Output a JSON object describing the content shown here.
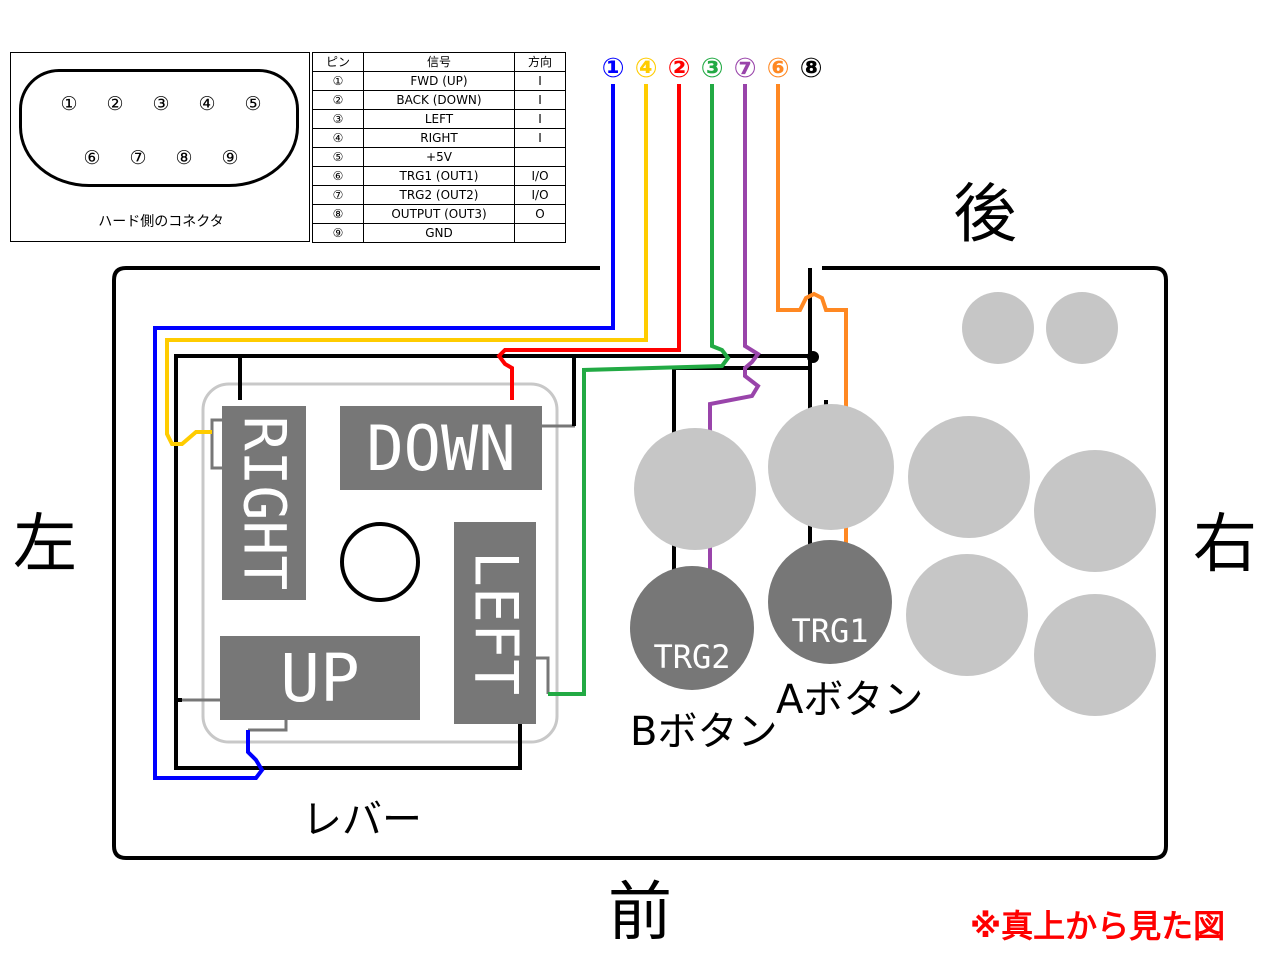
{
  "connector": {
    "pins_top": [
      "①",
      "②",
      "③",
      "④",
      "⑤"
    ],
    "pins_bottom": [
      "⑥",
      "⑦",
      "⑧",
      "⑨"
    ],
    "caption": "ハード側のコネクタ"
  },
  "pin_table": {
    "headers": [
      "ピン",
      "信号",
      "方向"
    ],
    "rows": [
      [
        "①",
        "FWD (UP)",
        "I"
      ],
      [
        "②",
        "BACK (DOWN)",
        "I"
      ],
      [
        "③",
        "LEFT",
        "I"
      ],
      [
        "④",
        "RIGHT",
        "I"
      ],
      [
        "⑤",
        "+5V",
        ""
      ],
      [
        "⑥",
        "TRG1 (OUT1)",
        "I/O"
      ],
      [
        "⑦",
        "TRG2 (OUT2)",
        "I/O"
      ],
      [
        "⑧",
        "OUTPUT (OUT3)",
        "O"
      ],
      [
        "⑨",
        "GND",
        ""
      ]
    ]
  },
  "wires": [
    {
      "label": "①",
      "color": "#0000ff"
    },
    {
      "label": "④",
      "color": "#ffcc00"
    },
    {
      "label": "②",
      "color": "#ff0000"
    },
    {
      "label": "③",
      "color": "#22aa44"
    },
    {
      "label": "⑦",
      "color": "#9944aa"
    },
    {
      "label": "⑥",
      "color": "#ff8822"
    },
    {
      "label": "⑧",
      "color": "#000000"
    }
  ],
  "directions": {
    "back": "後",
    "left": "左",
    "right": "右",
    "front": "前"
  },
  "lever": {
    "right": "RIGHT",
    "down": "DOWN",
    "left": "LEFT",
    "up": "UP",
    "caption": "レバー"
  },
  "buttons": {
    "trg1": "TRG1",
    "trg2": "TRG2",
    "a_label": "Aボタン",
    "b_label": "Bボタン"
  },
  "note": "※真上から見た図"
}
